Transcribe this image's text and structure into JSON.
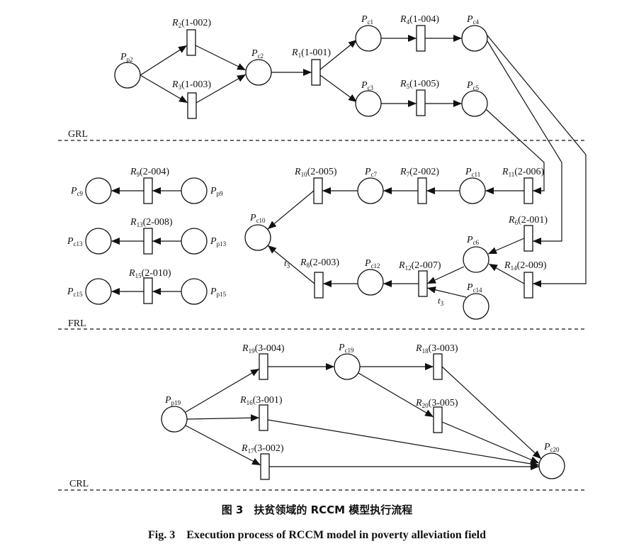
{
  "caption": {
    "cn": "图 3　扶贫领域的 RCCM 模型执行流程",
    "en": "Fig. 3　Execution process of RCCM model in poverty alleviation field"
  },
  "layers": [
    {
      "id": "grl",
      "label": "GRL"
    },
    {
      "id": "frl",
      "label": "FRL"
    },
    {
      "id": "crl",
      "label": "CRL"
    }
  ],
  "places": [
    {
      "id": "pp2",
      "main": "P",
      "sub": "p2"
    },
    {
      "id": "pc2",
      "main": "P",
      "sub": "c2"
    },
    {
      "id": "pc1",
      "main": "P",
      "sub": "c1"
    },
    {
      "id": "pc3",
      "main": "P",
      "sub": "c3"
    },
    {
      "id": "pc4",
      "main": "P",
      "sub": "c4"
    },
    {
      "id": "pc5",
      "main": "P",
      "sub": "c5"
    },
    {
      "id": "pc9",
      "main": "P",
      "sub": "c9"
    },
    {
      "id": "pp9",
      "main": "P",
      "sub": "p9"
    },
    {
      "id": "pc13",
      "main": "P",
      "sub": "c13"
    },
    {
      "id": "pp13",
      "main": "P",
      "sub": "p13"
    },
    {
      "id": "pc15",
      "main": "P",
      "sub": "c15"
    },
    {
      "id": "pp15",
      "main": "P",
      "sub": "p15"
    },
    {
      "id": "pc10",
      "main": "P",
      "sub": "c10"
    },
    {
      "id": "pc7",
      "main": "P",
      "sub": "c7"
    },
    {
      "id": "pc11",
      "main": "P",
      "sub": "c11"
    },
    {
      "id": "pc6",
      "main": "P",
      "sub": "c6"
    },
    {
      "id": "pc12",
      "main": "P",
      "sub": "c12"
    },
    {
      "id": "pc14",
      "main": "P",
      "sub": "c14"
    },
    {
      "id": "pp19",
      "main": "P",
      "sub": "p19"
    },
    {
      "id": "pc19",
      "main": "P",
      "sub": "c19"
    },
    {
      "id": "pc20",
      "main": "P",
      "sub": "c20"
    }
  ],
  "transitions": [
    {
      "id": "r2",
      "main": "R",
      "sub": "2",
      "code": "(1-002)"
    },
    {
      "id": "r3",
      "main": "R",
      "sub": "3",
      "code": "(1-003)"
    },
    {
      "id": "r1",
      "main": "R",
      "sub": "1",
      "code": "(1-001)"
    },
    {
      "id": "r4",
      "main": "R",
      "sub": "4",
      "code": "(1-004)"
    },
    {
      "id": "r5",
      "main": "R",
      "sub": "5",
      "code": "(1-005)"
    },
    {
      "id": "r9",
      "main": "R",
      "sub": "9",
      "code": "(2-004)"
    },
    {
      "id": "r13",
      "main": "R",
      "sub": "13",
      "code": "(2-008)"
    },
    {
      "id": "r15",
      "main": "R",
      "sub": "15",
      "code": "(2-010)"
    },
    {
      "id": "r10",
      "main": "R",
      "sub": "10",
      "code": "(2-005)"
    },
    {
      "id": "r7",
      "main": "R",
      "sub": "7",
      "code": "(2-002)"
    },
    {
      "id": "r11",
      "main": "R",
      "sub": "11",
      "code": "(2-006)"
    },
    {
      "id": "r6",
      "main": "R",
      "sub": "6",
      "code": "(2-001)"
    },
    {
      "id": "r8",
      "main": "R",
      "sub": "8",
      "code": "(2-003)"
    },
    {
      "id": "r12",
      "main": "R",
      "sub": "12",
      "code": "(2-007)"
    },
    {
      "id": "r14",
      "main": "R",
      "sub": "14",
      "code": "(2-009)"
    },
    {
      "id": "r19",
      "main": "R",
      "sub": "19",
      "code": "(3-004)"
    },
    {
      "id": "r18",
      "main": "R",
      "sub": "18",
      "code": "(3-003)"
    },
    {
      "id": "r16",
      "main": "R",
      "sub": "16",
      "code": "(3-001)"
    },
    {
      "id": "r20",
      "main": "R",
      "sub": "20",
      "code": "(3-005)"
    },
    {
      "id": "r17",
      "main": "R",
      "sub": "17",
      "code": "(3-002)"
    }
  ],
  "time_labels": [
    {
      "id": "t3a",
      "main": "t",
      "sub": "3"
    },
    {
      "id": "t3b",
      "main": "t",
      "sub": "3"
    }
  ]
}
